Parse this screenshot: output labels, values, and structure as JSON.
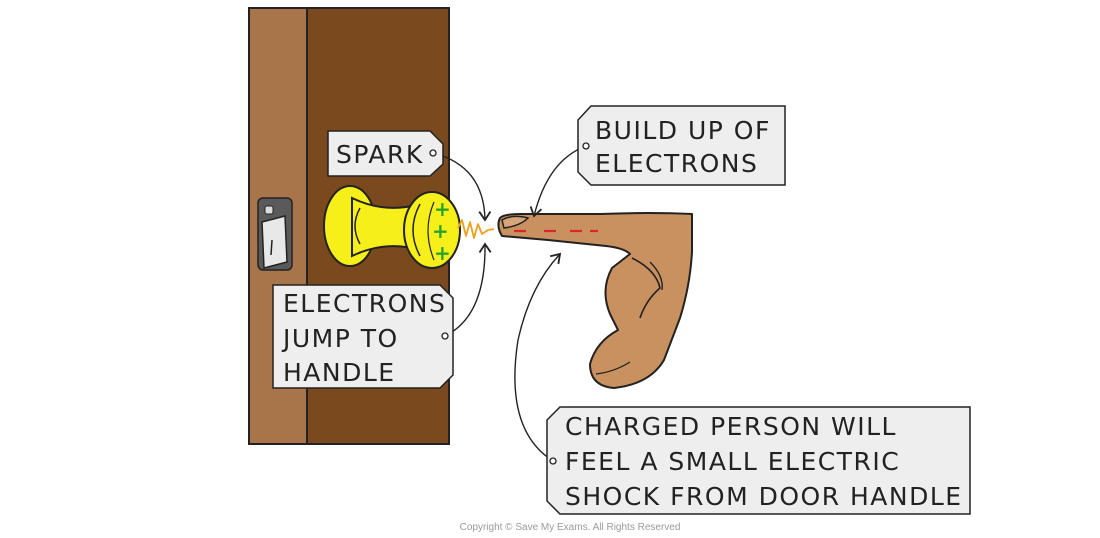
{
  "labels": {
    "spark": "SPARK",
    "build_up": [
      "BUILD UP OF",
      "ELECTRONS"
    ],
    "jump": [
      "ELECTRONS",
      "JUMP TO",
      "HANDLE"
    ],
    "shock": [
      "CHARGED PERSON WILL",
      "FEEL A SMALL ELECTRIC",
      "SHOCK FROM DOOR HANDLE"
    ]
  },
  "charges": {
    "handle_sign": "+",
    "finger_sign": "–"
  },
  "colors": {
    "door_edge": "#a8744a",
    "door_main": "#7a4a1e",
    "handle_yellow": "#f6ef1a",
    "handle_outline": "#2a2a2a",
    "skin": "#c8915f",
    "positive": "#2aa32a",
    "negative": "#d9262b",
    "spark": "#f0a020",
    "tag_fill": "#eeeeee"
  },
  "copyright": "Copyright © Save My Exams. All Rights Reserved"
}
